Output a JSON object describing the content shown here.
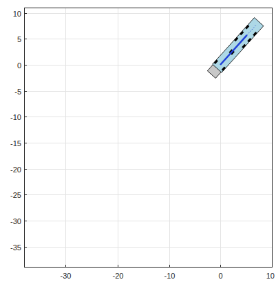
{
  "diagram": {
    "labels": [
      "-30",
      "-20",
      "-10",
      "0",
      "10",
      "10",
      "5",
      "0",
      "-5",
      "-10",
      "-15",
      "-20",
      "-25",
      "-30",
      "-35"
    ]
  }
}
